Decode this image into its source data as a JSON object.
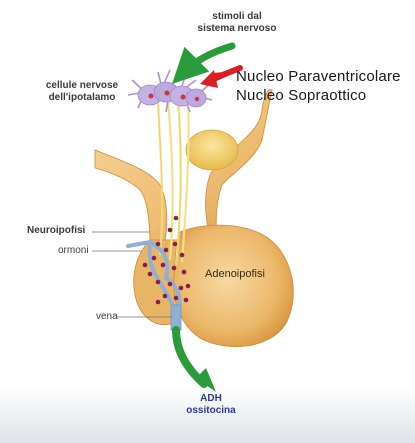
{
  "labels": {
    "stimuli_line1": "stimoli dal",
    "stimuli_line2": "sistema nervoso",
    "nerve_cells_line1": "cellule nervose",
    "nerve_cells_line2": "dell'ipotalamo",
    "nucleus_paraventricular": "Nucleo Paraventricolare",
    "nucleus_supraoptic": "Nucleo Sopraottico",
    "neurohypophysis": "Neuroipofisi",
    "hormones": "ormoni",
    "adenohypophysis": "Adenoipofisi",
    "vein": "vena",
    "output_line1": "ADH",
    "output_line2": "ossitocina"
  },
  "colors": {
    "gland": "#eebd73",
    "gland_dark": "#d99b45",
    "neuron": "#b9a6d8",
    "axon": "#f2df86",
    "vessel": "#8fb0d6",
    "hormone_dot": "#8a1d4a",
    "arrow_green": "#2a9a3a",
    "arrow_red": "#d91f26",
    "bottom_bar": "#e9ecef"
  }
}
